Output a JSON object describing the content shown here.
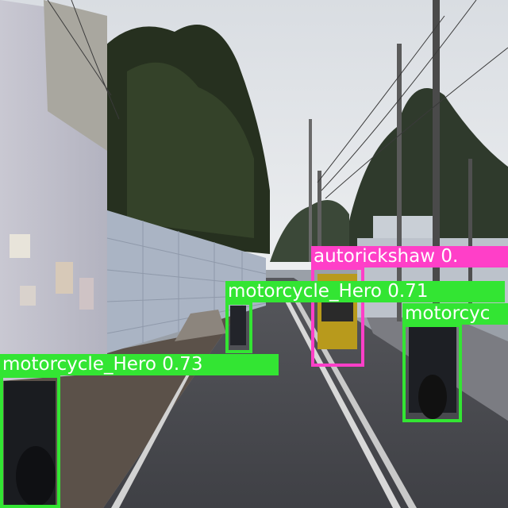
{
  "image": {
    "description_type": "object-detection-output",
    "scene": "street-road",
    "icons": [
      "building-wall",
      "trees",
      "utility-pole",
      "road"
    ]
  },
  "colors": {
    "motorcycle_box": "#33e533",
    "autorickshaw_box": "#ff3fc8",
    "label_text": "#ffffff"
  },
  "detections": [
    {
      "label": "autorickshaw 0.",
      "class": "autorickshaw",
      "color": "#ff3fc8"
    },
    {
      "label": "motorcycle_Hero 0.71",
      "class": "motorcycle_Hero",
      "score": 0.71,
      "color": "#33e533"
    },
    {
      "label": "motorcyc",
      "class": "motorcycle",
      "color": "#33e533"
    },
    {
      "label": "motorcycle_Hero 0.73",
      "class": "motorcycle_Hero",
      "score": 0.73,
      "color": "#33e533"
    }
  ]
}
